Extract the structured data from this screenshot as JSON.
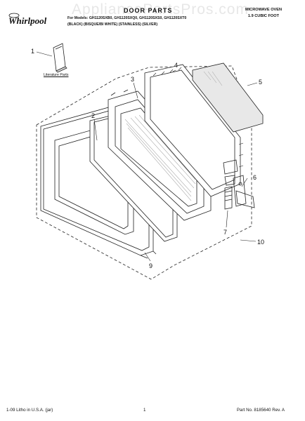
{
  "header": {
    "watermark": "AppliancePartsPros.com",
    "title": "DOOR PARTS",
    "models_line1": "For Models: GH1120SXB0, GH1120SXQ0, GH1120SXS0, GH1120SXT0",
    "models_line2": "(BLACK) (BISQUE/BI WHITE) (STAINLESS) (SILVER)",
    "product_line1": "MICROWAVE OVEN",
    "product_line2": "1.9 CUBIC FOOT"
  },
  "brand": "Whirlpool",
  "literature_label": "Literature Parts",
  "callouts": [
    "1",
    "2",
    "3",
    "4",
    "5",
    "6",
    "7",
    "9",
    "10"
  ],
  "footer": {
    "left": "1-09 Litho in U.S.A. (jar)",
    "center": "1",
    "right": "Part No. 8185640 Rev. A"
  },
  "colors": {
    "line": "#222222",
    "glass": "#e8e8e8",
    "watermark": "#bdbdbd"
  }
}
